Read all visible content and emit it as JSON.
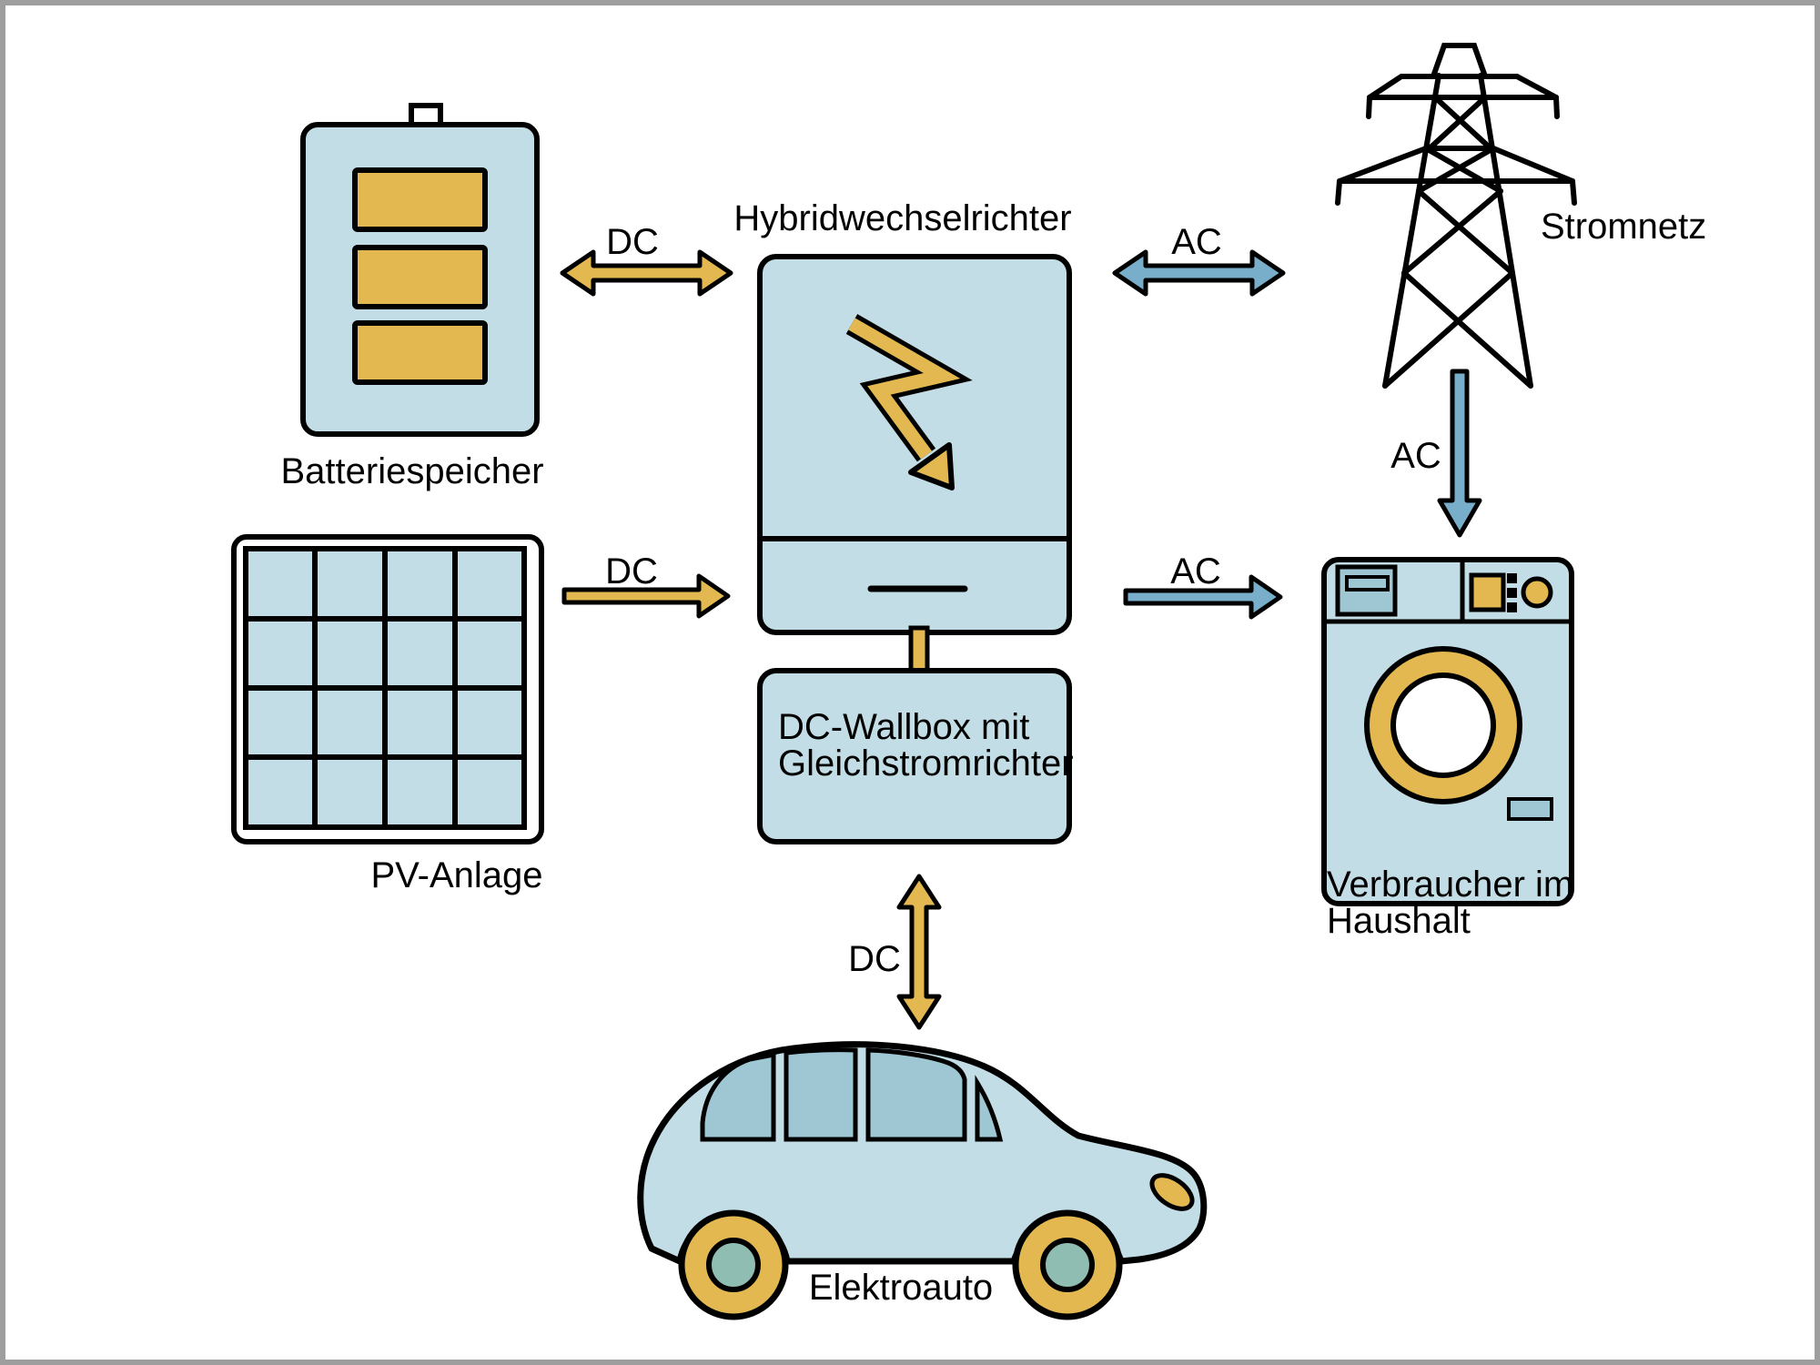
{
  "nodes": {
    "battery": {
      "label": "Batteriespeicher"
    },
    "pv": {
      "label": "PV-Anlage"
    },
    "inverter": {
      "label": "Hybridwechselrichter"
    },
    "grid": {
      "label": "Stromnetz"
    },
    "household": {
      "label_line1": "Verbraucher im",
      "label_line2": "Haushalt"
    },
    "wallbox": {
      "label_line1": "DC-Wallbox mit",
      "label_line2": "Gleichstromrichter"
    },
    "car": {
      "label": "Elektroauto"
    }
  },
  "arrows": {
    "battery_inverter": {
      "label": "DC",
      "direction": "both"
    },
    "inverter_grid": {
      "label": "AC",
      "direction": "both"
    },
    "pv_inverter": {
      "label": "DC",
      "direction": "right"
    },
    "inverter_household": {
      "label": "AC",
      "direction": "right"
    },
    "grid_household": {
      "label": "AC",
      "direction": "down"
    },
    "wallbox_car": {
      "label": "DC",
      "direction": "both"
    }
  },
  "colors": {
    "light_blue": "#C2DDE5",
    "gold": "#E3B850",
    "arrow_blue": "#79AECA",
    "accent_blue": "#9EC6D3",
    "hub_teal": "#8FBDB2",
    "frame_gray": "#9E9E9E",
    "white": "#FFFFFF"
  }
}
